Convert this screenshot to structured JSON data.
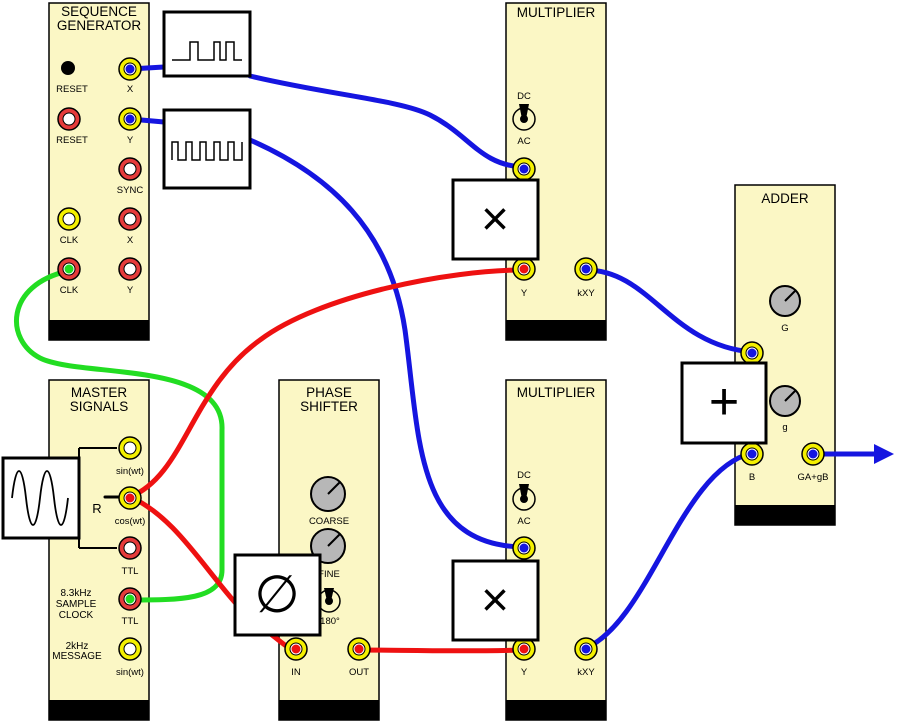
{
  "colors": {
    "panel": "#fbf7c5",
    "panel_border": "#000000",
    "socket_red": "#e53b3b",
    "socket_yellow": "#f4f000",
    "wire_blue": "#1515e0",
    "wire_red": "#ee1111",
    "wire_green": "#22dd22",
    "knob_gray": "#b7b7b7"
  },
  "modules": {
    "seqgen": {
      "title_line1": "SEQUENCE",
      "title_line2": "GENERATOR",
      "reset_dot_label": "RESET",
      "reset_label": "RESET",
      "x_label": "X",
      "y_label": "Y",
      "sync_label": "SYNC",
      "clk_label": "CLK",
      "clk2_label": "CLK",
      "x2_label": "X",
      "y2_label": "Y"
    },
    "mult1": {
      "title": "MULTIPLIER",
      "dc_label": "DC",
      "ac_label": "AC",
      "y_label": "Y",
      "kxy_label": "kXY"
    },
    "adder": {
      "title": "ADDER",
      "g_label": "G",
      "g_small_label": "g",
      "b_label": "B",
      "out_label": "GA+gB"
    },
    "master": {
      "title_line1": "MASTER",
      "title_line2": "SIGNALS",
      "sin_label": "sin(wt)",
      "cos_label": "cos(wt)",
      "ttl_label": "TTL",
      "clock_line1": "8.3kHz",
      "clock_line2": "SAMPLE",
      "clock_line3": "CLOCK",
      "ttl2_label": "TTL",
      "msg_line1": "2kHz",
      "msg_line2": "MESSAGE",
      "msg_sin_label": "sin(wt)"
    },
    "phase": {
      "title_line1": "PHASE",
      "title_line2": "SHIFTER",
      "coarse_label": "COARSE",
      "fine_label": "FINE",
      "deg_label": "180°",
      "in_label": "IN",
      "out_label": "OUT"
    },
    "mult2": {
      "title": "MULTIPLIER",
      "dc_label": "DC",
      "ac_label": "AC",
      "y_label": "Y",
      "kxy_label": "kXY"
    }
  },
  "blocks": {
    "multiplier_symbol": "×",
    "adder_symbol": "+",
    "phase_symbol": "∅",
    "r_label": "R"
  }
}
